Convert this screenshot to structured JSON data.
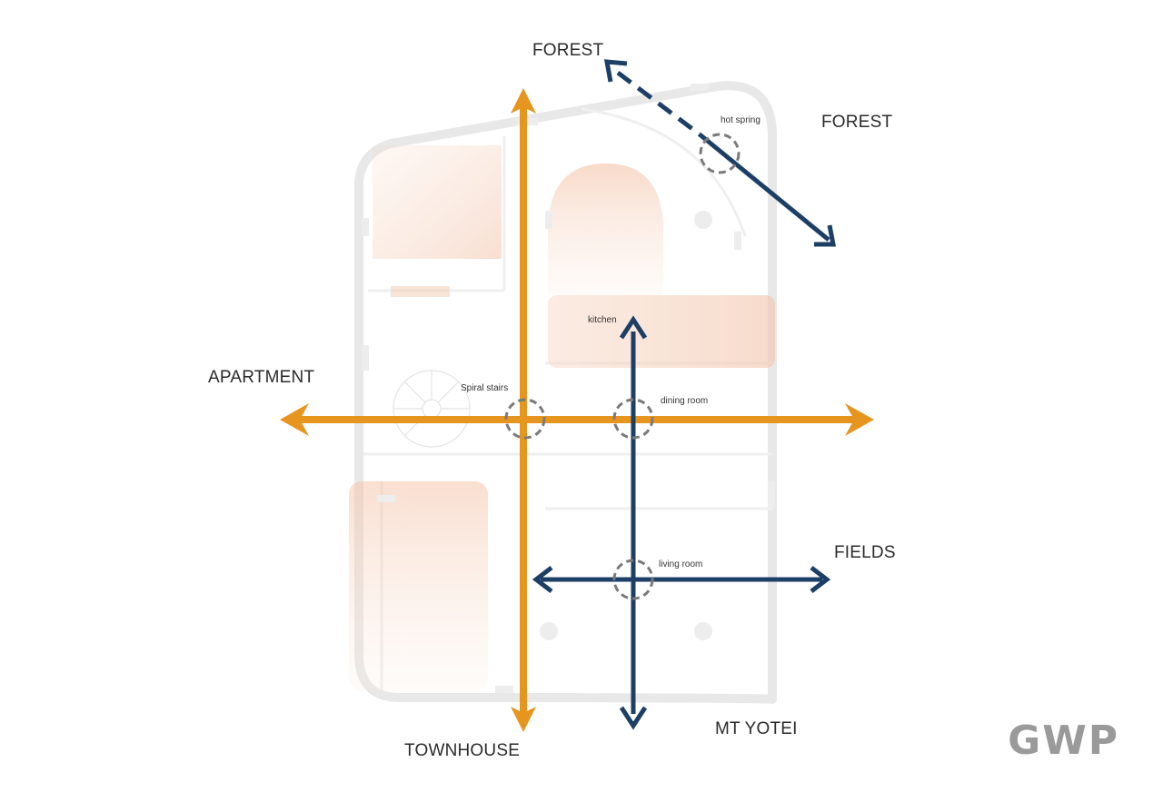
{
  "labels": {
    "forest_top": "FOREST",
    "forest_right": "FOREST",
    "apartment": "APARTMENT",
    "fields": "FIELDS",
    "townhouse": "TOWNHOUSE",
    "mt_yotei": "MT YOTEI"
  },
  "rooms": {
    "hot_spring": "hot spring",
    "kitchen": "kitchen",
    "spiral_stairs": "Spiral stairs",
    "dining_room": "dining room",
    "living_room": "living room"
  },
  "logo": "GWP",
  "colors": {
    "orange_axis": "#E6951F",
    "navy_axis": "#1D3F66",
    "room_tint": "#F3C9B2",
    "wall": "#E6E6E6",
    "marker": "#7a7a7a"
  }
}
